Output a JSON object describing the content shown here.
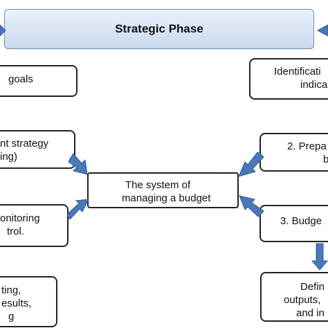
{
  "diagram": {
    "header_title": "Strategic Phase",
    "center_box": {
      "line1": "The system of",
      "line2": "managing a budget"
    },
    "left_boxes": [
      {
        "line1": "goals",
        "line2": ""
      },
      {
        "line1": "nt strategy",
        "line2": "ing)"
      },
      {
        "line1": "onitoring",
        "line2": "trol."
      },
      {
        "line1": "ting,",
        "line2": "esults,",
        "line3": "g"
      }
    ],
    "right_boxes": [
      {
        "line1": "Identificati",
        "line2": "indica"
      },
      {
        "line1": "2. Prepa",
        "line2": "b"
      },
      {
        "line1": "3. Budge",
        "line2": ""
      },
      {
        "line1": "Defin",
        "line2": "outputs,",
        "line3": "and in"
      }
    ],
    "colors": {
      "arrow_fill": "#4a78b8",
      "arrow_stroke": "#2f5a94",
      "header_border": "#6f8fb5",
      "box_border": "#222222"
    }
  }
}
